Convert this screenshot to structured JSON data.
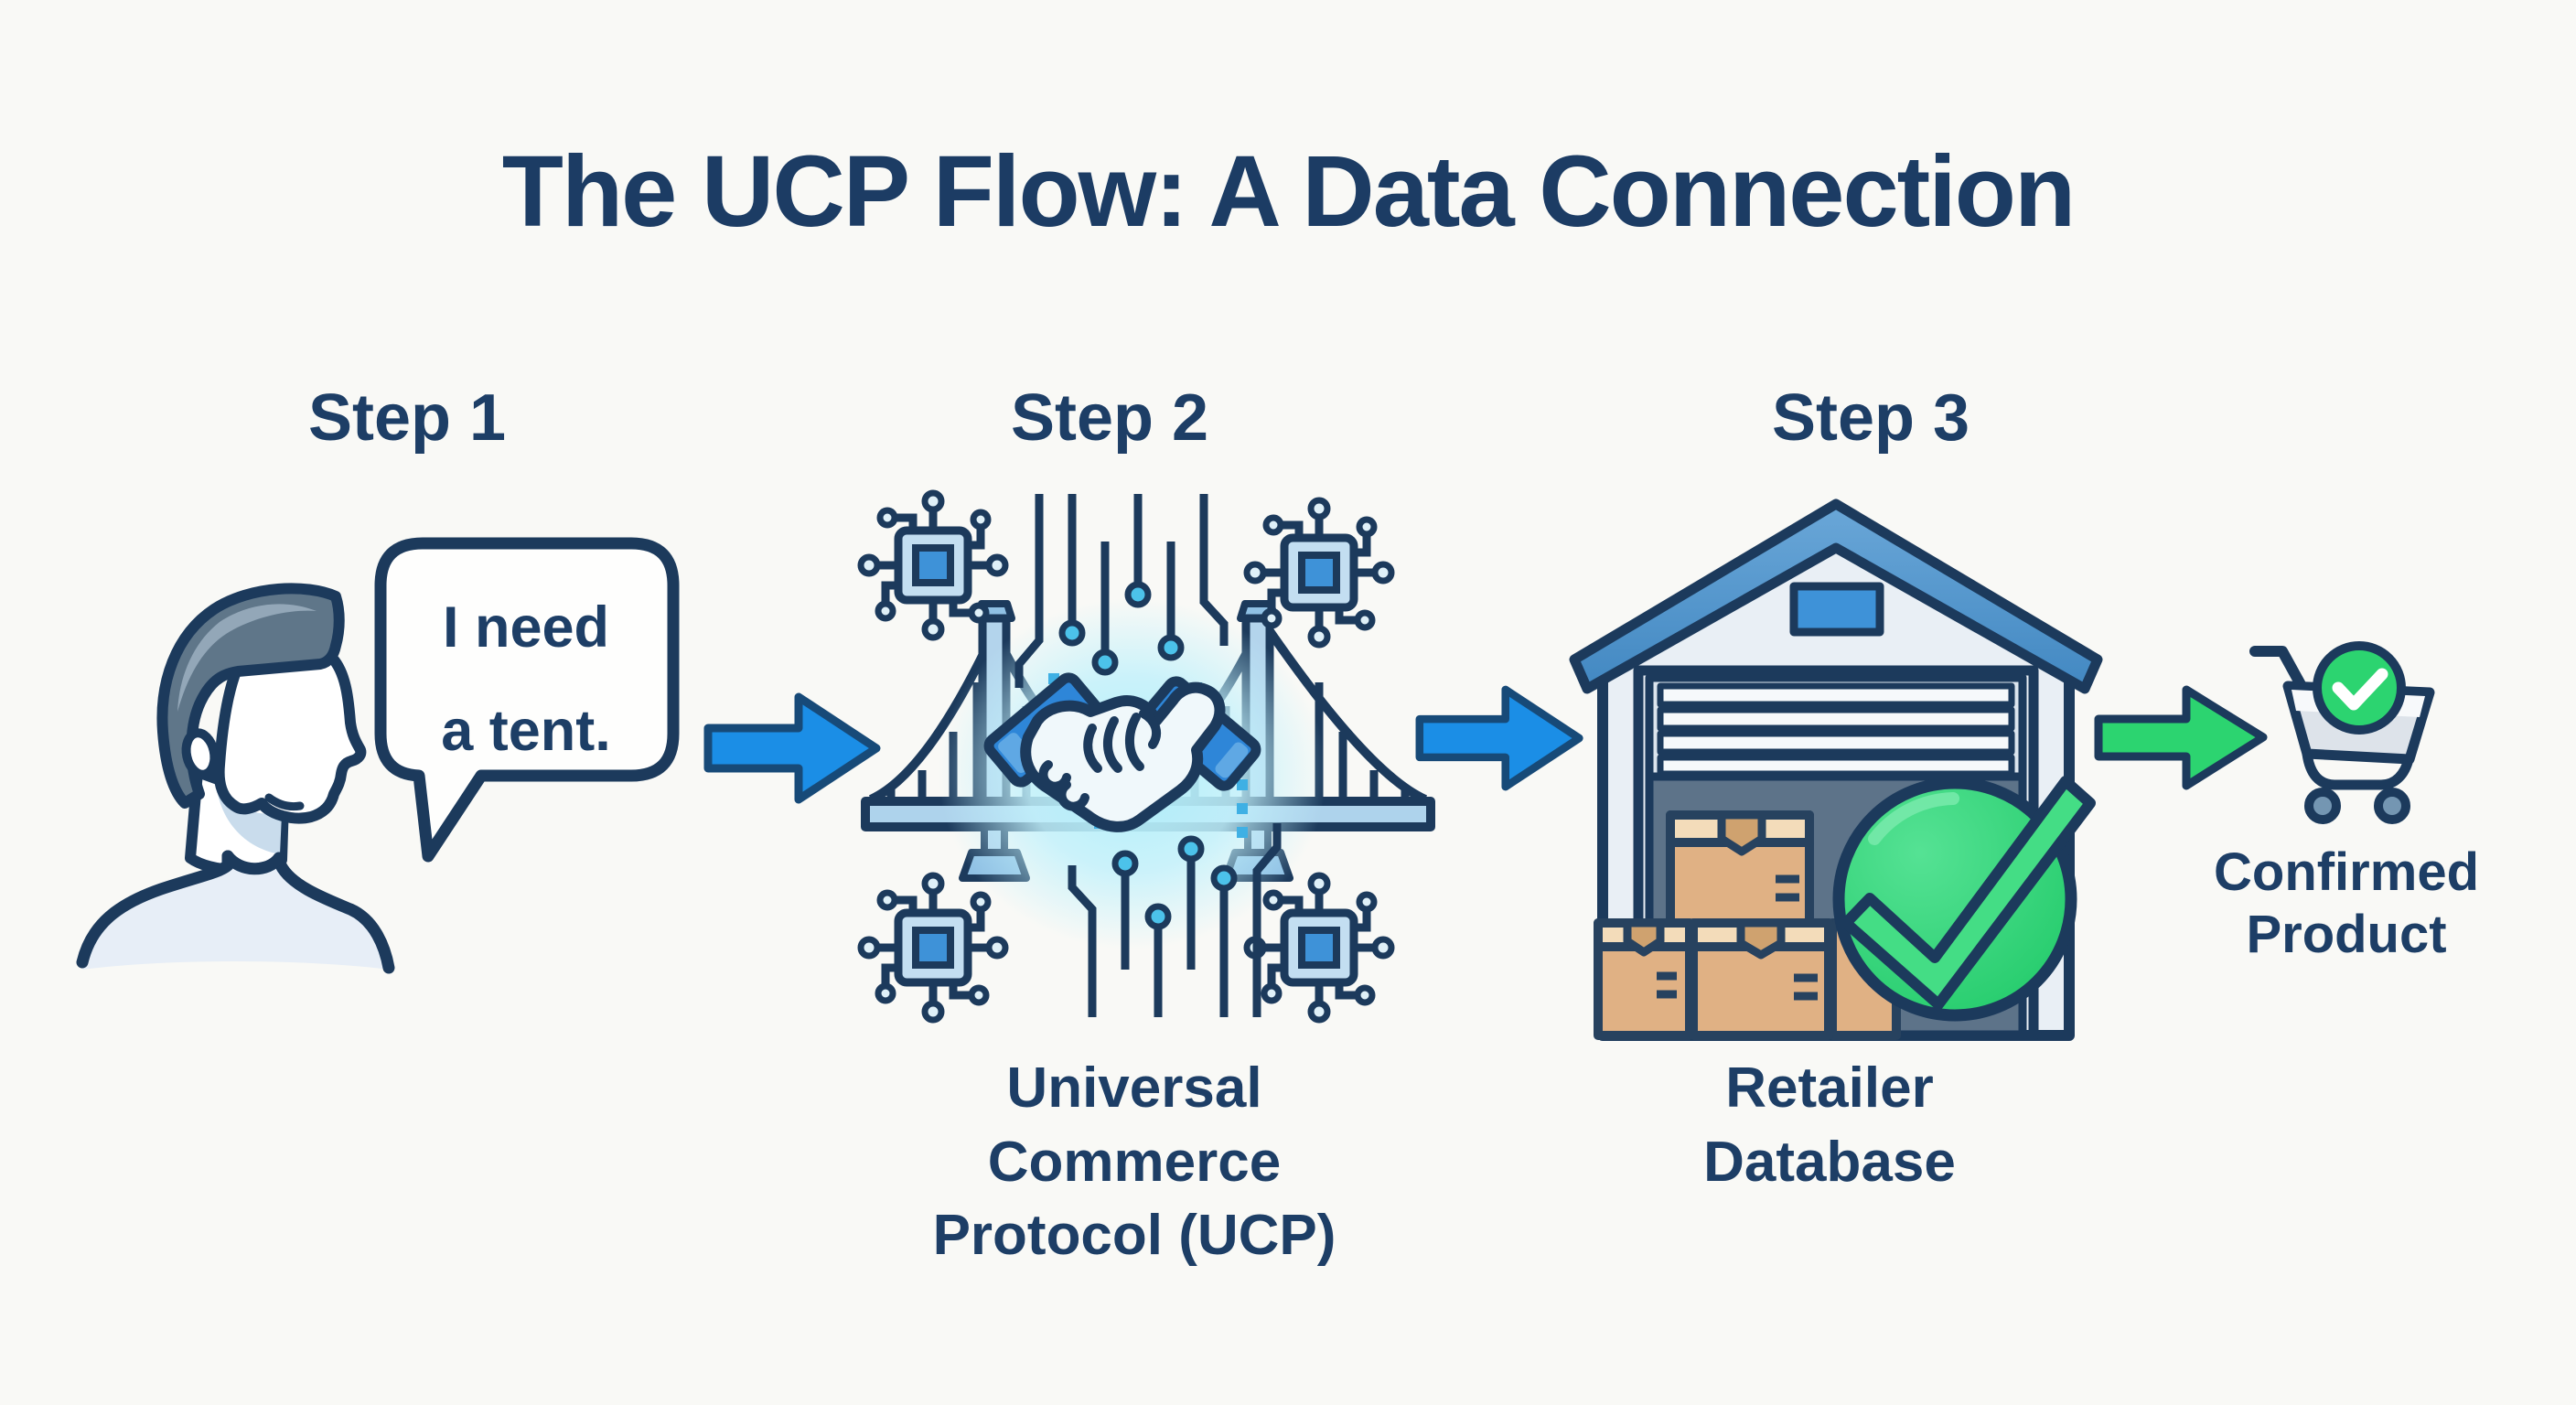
{
  "title": "The UCP Flow: A Data Connection",
  "steps": [
    {
      "label": "Step 1"
    },
    {
      "label": "Step 2"
    },
    {
      "label": "Step 3"
    }
  ],
  "speech": {
    "line1": "I need",
    "line2": "a tent."
  },
  "captions": {
    "ucp": {
      "line1": "Universal Commerce",
      "line2": "Protocol (UCP)"
    },
    "retailer": {
      "line1": "Retailer",
      "line2": "Database"
    },
    "confirmed": {
      "line1": "Confirmed",
      "line2": "Product"
    }
  },
  "icons": {
    "person": "person-profile-icon",
    "speech_bubble": "speech-bubble-icon",
    "arrow_step1_to_step2": "blue-right-arrow-icon",
    "ucp_graphic": "bridge-handshake-circuit-icon",
    "chips": "circuit-chip-icon",
    "arrow_step2_to_step3": "blue-right-arrow-icon",
    "warehouse": "warehouse-boxes-icon",
    "check_circle": "green-check-circle-icon",
    "arrow_step3_to_cart": "green-right-arrow-icon",
    "cart": "cart-with-check-badge-icon"
  },
  "colors": {
    "background": "#f9f9f6",
    "outline_navy": "#1c3a5c",
    "text_navy": "#1d3e66",
    "arrow_blue": "#1b8ee6",
    "arrow_green": "#2cd470",
    "accent_blue": "#3e92d8",
    "light_blue": "#b3d4ec",
    "glow_cyan": "#b5edf9",
    "box_tan": "#e0b184"
  }
}
